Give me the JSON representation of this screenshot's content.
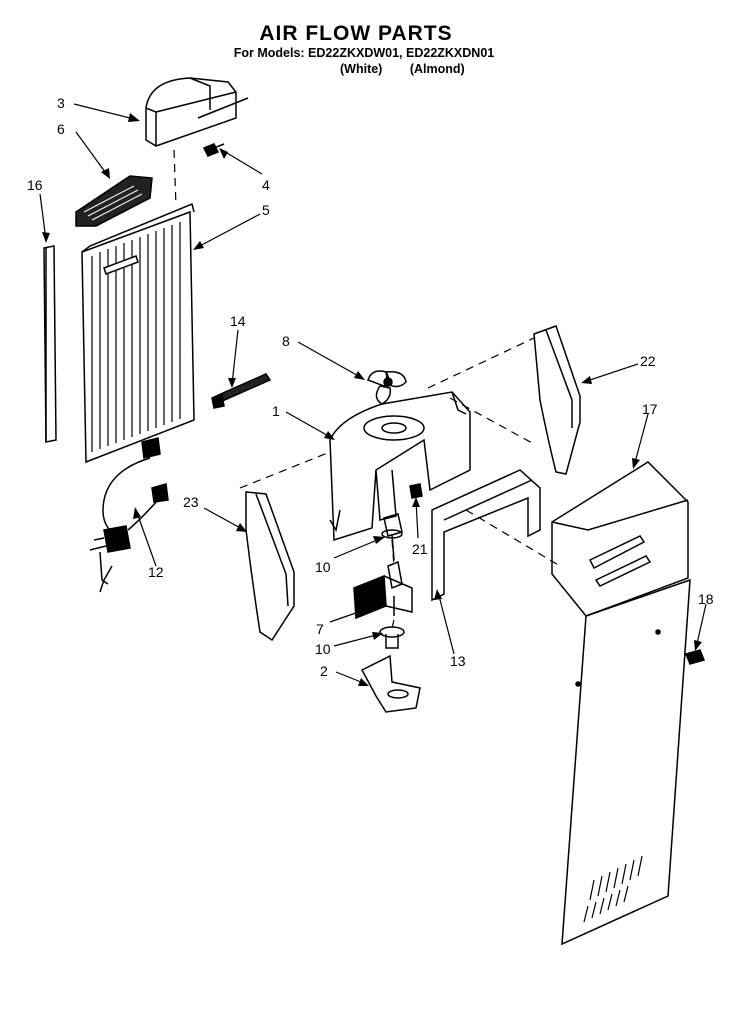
{
  "header": {
    "title": "AIR FLOW PARTS",
    "models_line": "For Models: ED22ZKXDW01, ED22ZKXDN01",
    "variant_white": "(White)",
    "variant_almond": "(Almond)"
  },
  "callouts": {
    "c1": "1",
    "c2": "2",
    "c3": "3",
    "c4": "4",
    "c5": "5",
    "c6": "6",
    "c7": "7",
    "c8": "8",
    "c10a": "10",
    "c10b": "10",
    "c12": "12",
    "c13": "13",
    "c14": "14",
    "c16": "16",
    "c17": "17",
    "c18": "18",
    "c21": "21",
    "c22": "22",
    "c23": "23"
  }
}
